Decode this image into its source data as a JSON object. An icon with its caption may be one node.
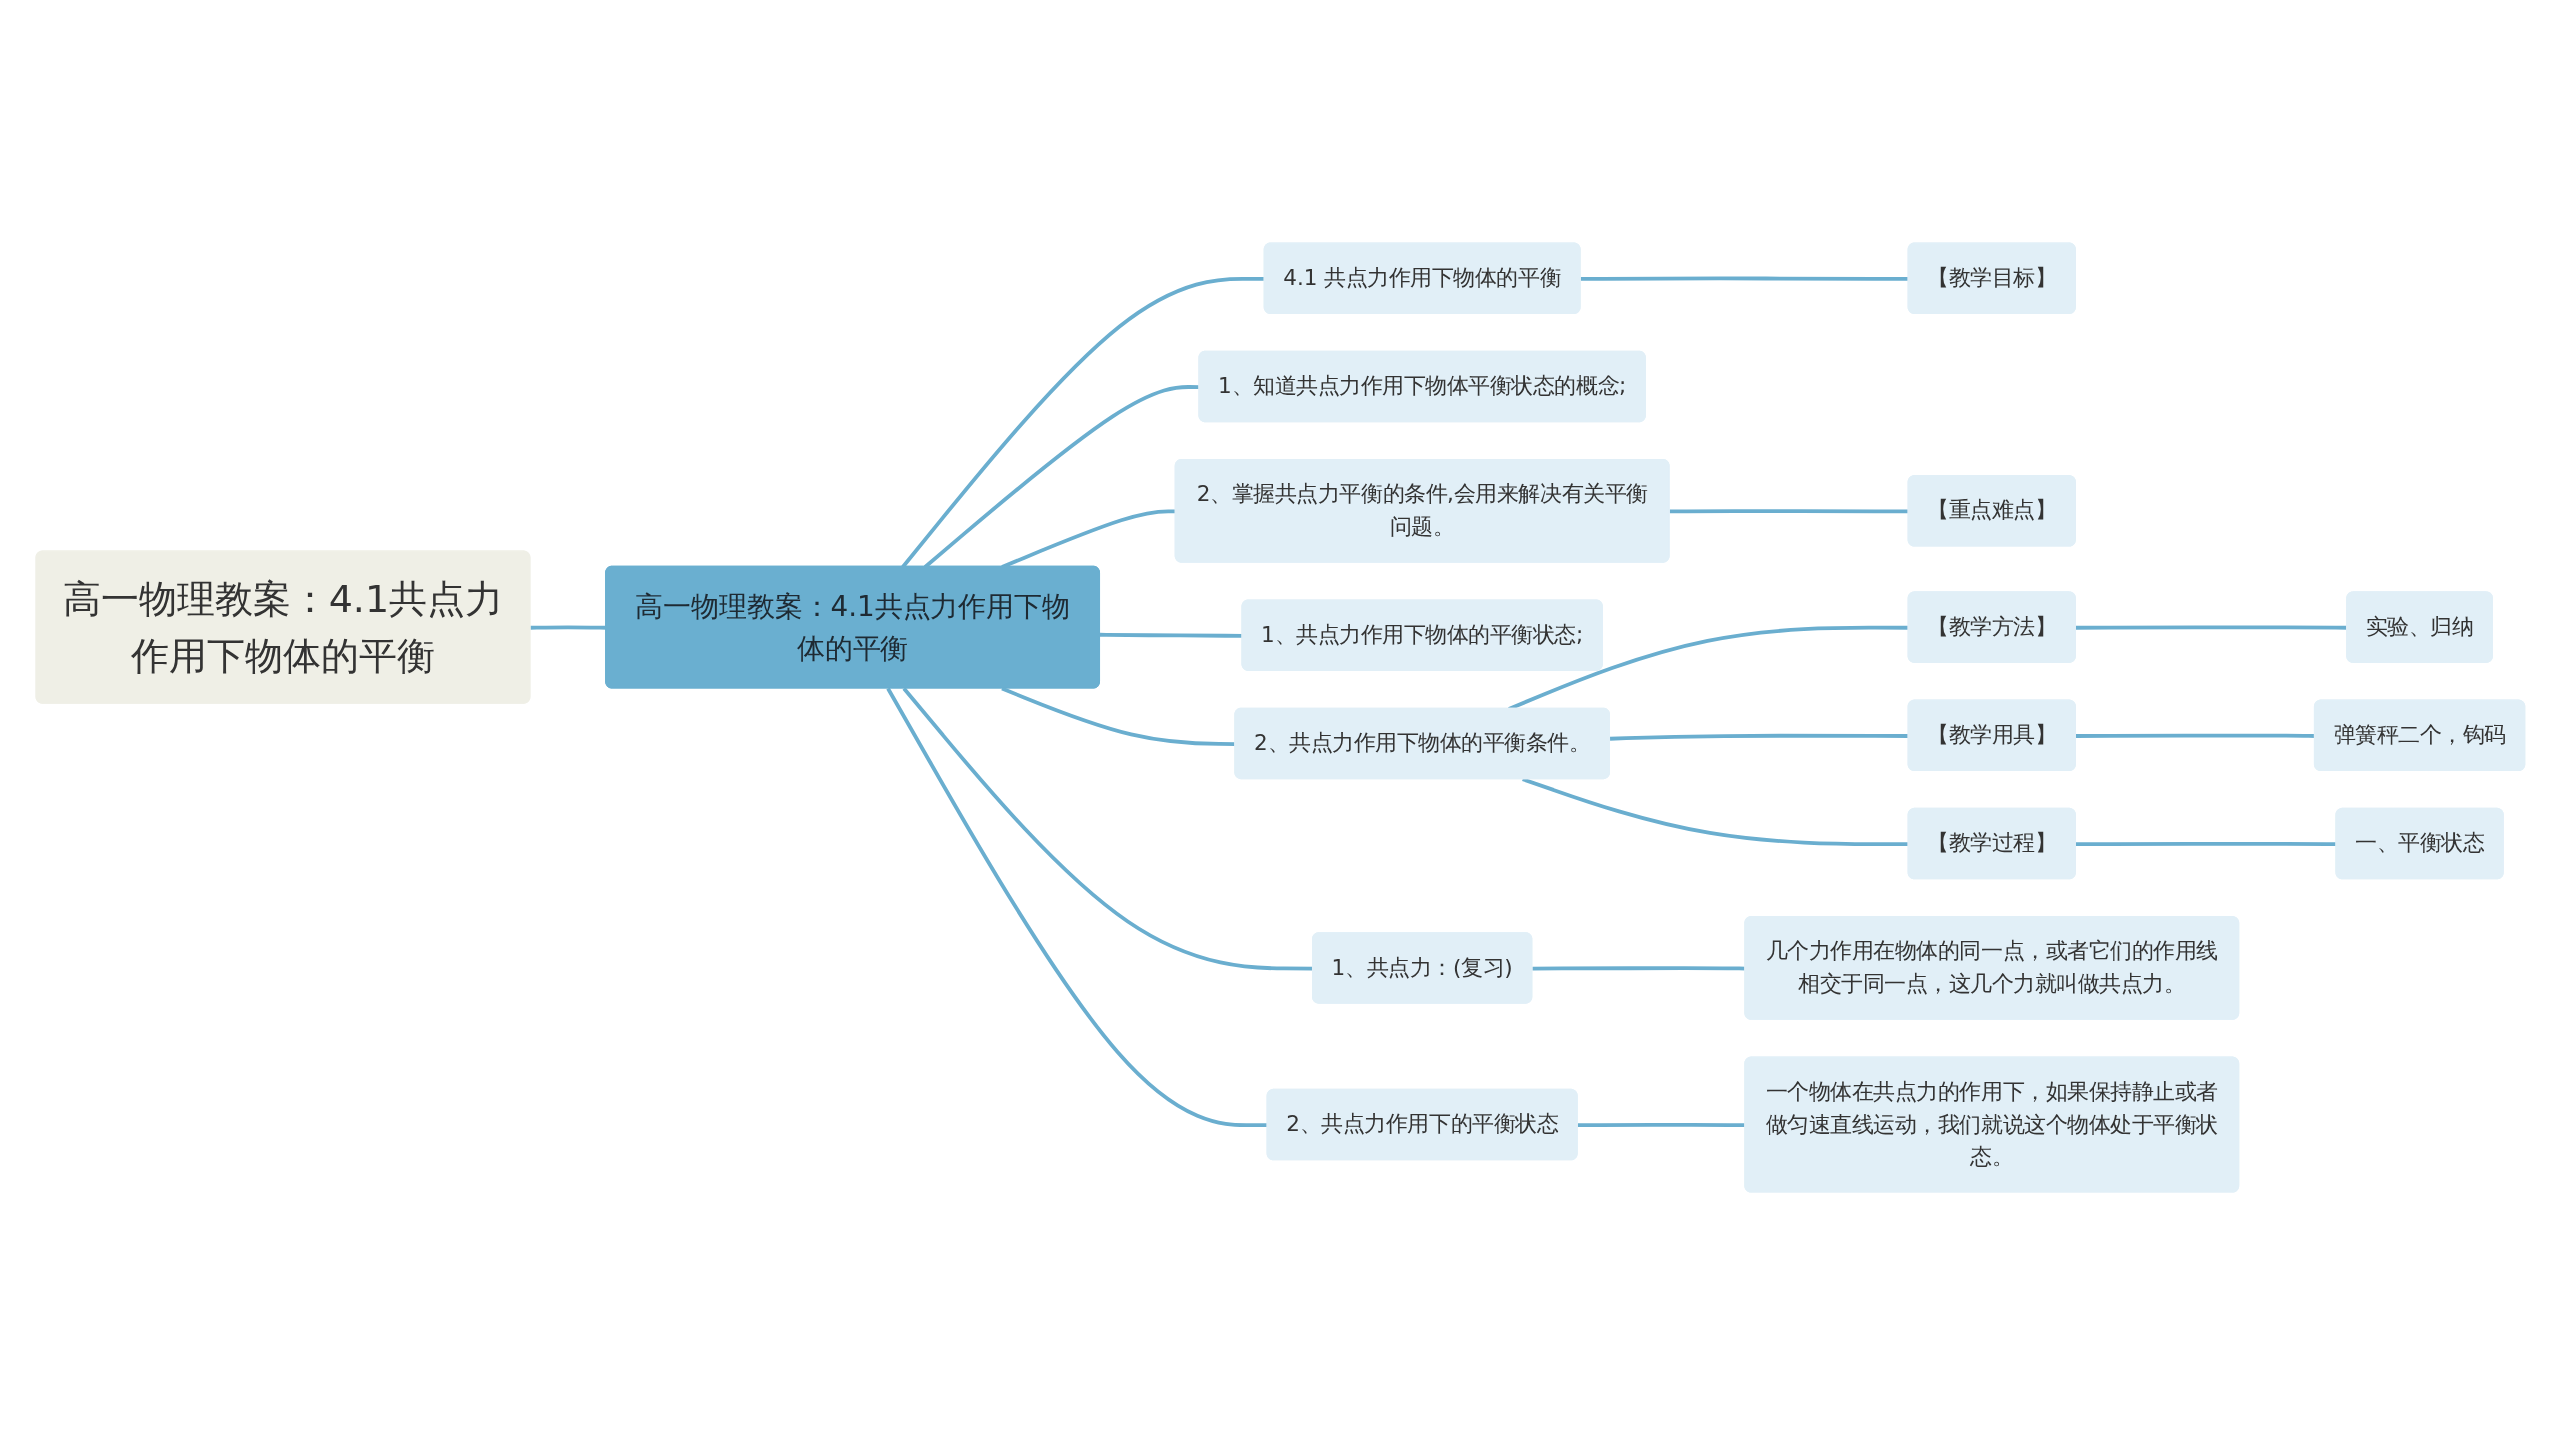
{
  "diagram": {
    "nodes": [
      {
        "text": [
          "高一物理教案：4.1共点力作用下物体的平衡"
        ]
      },
      {
        "text": [
          "高一物理教案：4.1共点力作用下物体的平衡"
        ]
      },
      {
        "text": [
          "4.1 共点力作用下物体的平衡"
        ]
      },
      {
        "text": [
          "【教学目标】"
        ]
      },
      {
        "text": [
          "1、知道共点力作用下物体平衡状态的概念;"
        ]
      },
      {
        "text": [
          "2、掌握共点力平衡的条件,会用来解决有关平衡问题。"
        ]
      },
      {
        "text": [
          "【重点难点】"
        ]
      },
      {
        "text": [
          "1、共点力作用下物体的平衡状态;"
        ]
      },
      {
        "text": [
          "2、共点力作用下物体的平衡条件。"
        ]
      },
      {
        "text": [
          "【教学方法】"
        ]
      },
      {
        "text": [
          "实验、归纳"
        ]
      },
      {
        "text": [
          "【教学用具】"
        ]
      },
      {
        "text": [
          "弹簧秤二个，钩码"
        ]
      },
      {
        "text": [
          "【教学过程】"
        ]
      },
      {
        "text": [
          "一、平衡状态"
        ]
      },
      {
        "text": [
          "1、共点力：(复习)"
        ]
      },
      {
        "text": [
          "几个力作用在物体的同一点，或者它们的作用线相交于同一点，这几个力就叫做共点力。"
        ]
      },
      {
        "text": [
          "2、共点力作用下的平衡状态"
        ]
      },
      {
        "text": [
          "一个物体在共点力的作用下，如果保持静止或者做匀速直线运动，我们就说这个物体处于平衡状态。"
        ]
      }
    ],
    "edges": [
      {
        "from": 0,
        "to": 1,
        "arrow": "none"
      },
      {
        "from": 1,
        "to": 2,
        "arrow": "none"
      },
      {
        "from": 2,
        "to": 3,
        "arrow": "none"
      },
      {
        "from": 1,
        "to": 4,
        "arrow": "none"
      },
      {
        "from": 1,
        "to": 5,
        "arrow": "none"
      },
      {
        "from": 5,
        "to": 6,
        "arrow": "none"
      },
      {
        "from": 1,
        "to": 7,
        "arrow": "none"
      },
      {
        "from": 1,
        "to": 8,
        "arrow": "none"
      },
      {
        "from": 8,
        "to": 9,
        "arrow": "none"
      },
      {
        "from": 9,
        "to": 10,
        "arrow": "none"
      },
      {
        "from": 8,
        "to": 11,
        "arrow": "none"
      },
      {
        "from": 11,
        "to": 12,
        "arrow": "none"
      },
      {
        "from": 8,
        "to": 13,
        "arrow": "none"
      },
      {
        "from": 13,
        "to": 14,
        "arrow": "none"
      },
      {
        "from": 1,
        "to": 15,
        "arrow": "none"
      },
      {
        "from": 15,
        "to": 16,
        "arrow": "none"
      },
      {
        "from": 1,
        "to": 17,
        "arrow": "none"
      },
      {
        "from": 17,
        "to": 18,
        "arrow": "none"
      }
    ]
  }
}
